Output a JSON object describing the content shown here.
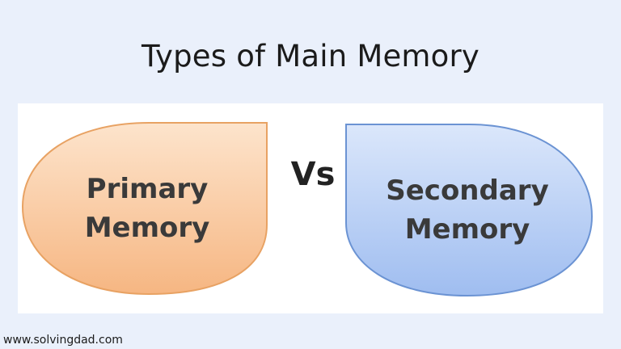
{
  "title": "Types of Main Memory",
  "diagram": {
    "left_label_line1": "Primary",
    "left_label_line2": "Memory",
    "connector_label": "Vs",
    "right_label_line1": "Secondary",
    "right_label_line2": "Memory"
  },
  "colors": {
    "primary_fill_light": "#fde4cc",
    "primary_fill_dark": "#f6b682",
    "primary_stroke": "#e8a263",
    "secondary_fill_light": "#dbe7fb",
    "secondary_fill_dark": "#9fbdf0",
    "secondary_stroke": "#6b93d3"
  },
  "footer": {
    "website": "www.solvingdad.com"
  }
}
